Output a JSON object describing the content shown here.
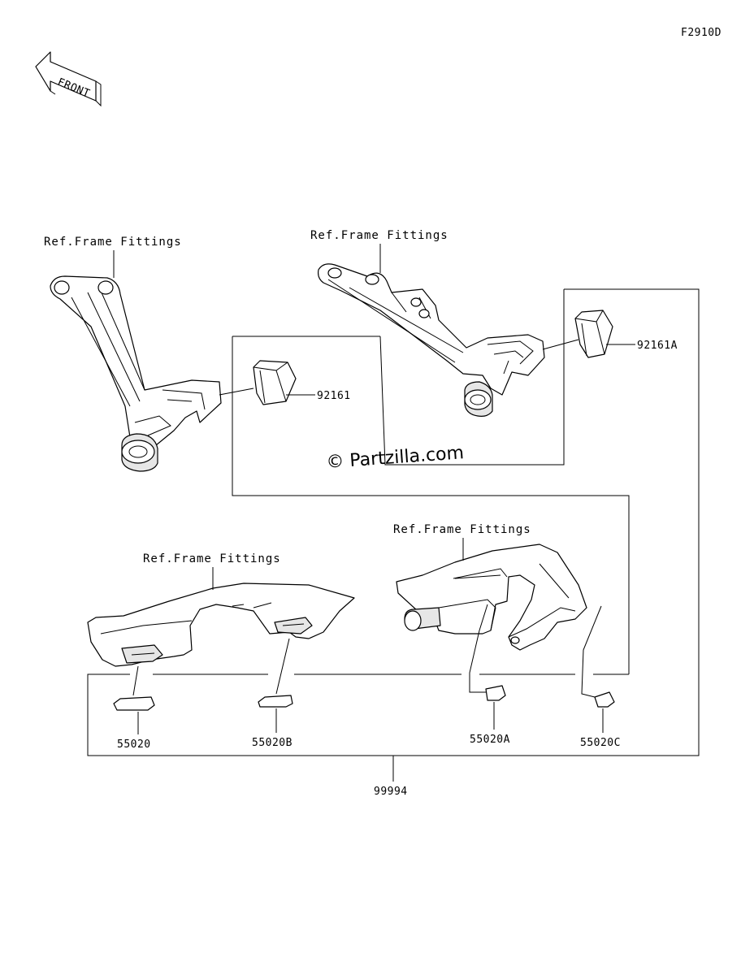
{
  "figure_id": "F2910D",
  "front_label": "FRONT",
  "watermark": "© Partzilla.com",
  "ref_labels": [
    "Ref.Frame Fittings",
    "Ref.Frame Fittings",
    "Ref.Frame Fittings",
    "Ref.Frame Fittings"
  ],
  "parts": [
    {
      "code": "92161"
    },
    {
      "code": "92161A"
    },
    {
      "code": "55020"
    },
    {
      "code": "55020B"
    },
    {
      "code": "55020A"
    },
    {
      "code": "55020C"
    },
    {
      "code": "99994"
    }
  ],
  "colors": {
    "line": "#000000",
    "background": "#ffffff"
  }
}
